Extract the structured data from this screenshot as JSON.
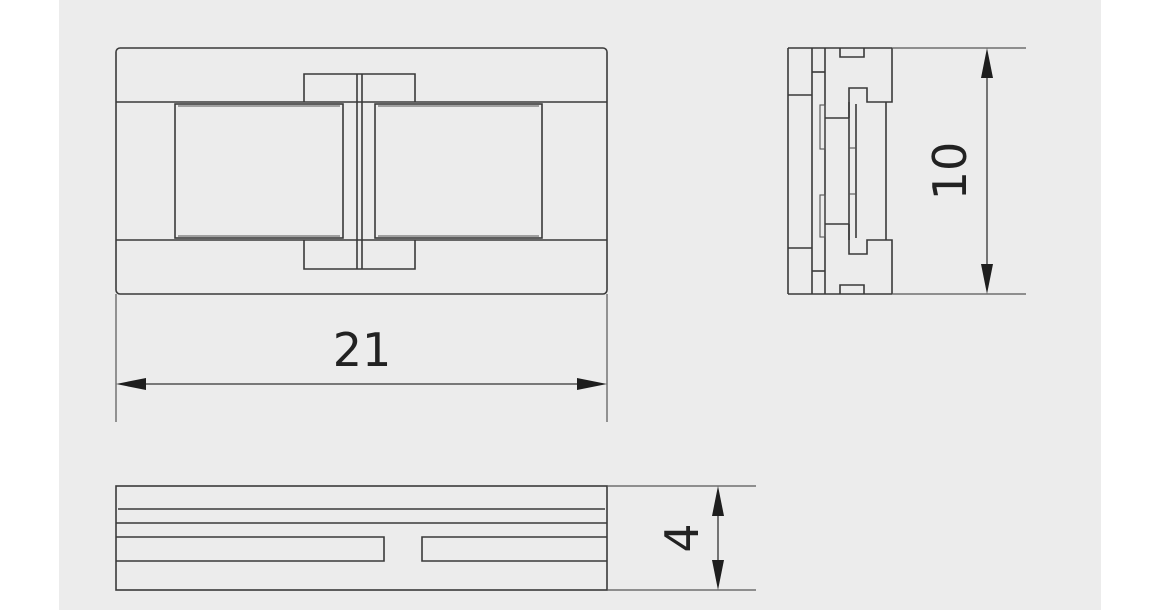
{
  "drawing": {
    "background_color": "#ececec",
    "line_color": "#3a3a3a",
    "views": [
      {
        "name": "front-view",
        "label": "Top/front view of connector"
      },
      {
        "name": "side-view",
        "label": "Side view of connector"
      },
      {
        "name": "bottom-view",
        "label": "Profile view of connector"
      }
    ],
    "dimensions": {
      "width": {
        "value": "21",
        "orientation": "horizontal"
      },
      "height": {
        "value": "10",
        "orientation": "vertical"
      },
      "thickness": {
        "value": "4",
        "orientation": "vertical"
      }
    }
  }
}
